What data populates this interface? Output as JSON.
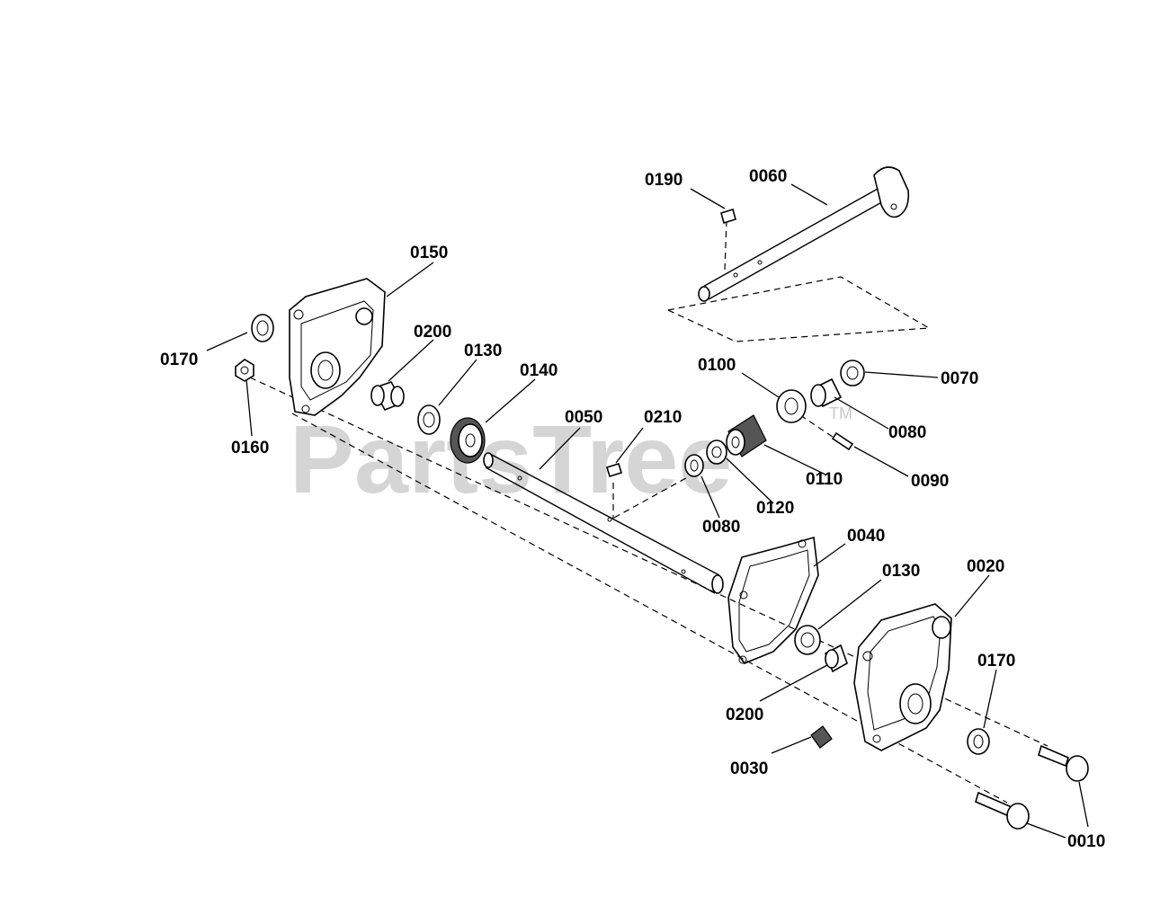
{
  "watermark": {
    "brand": "PartsTree",
    "trademark": "TM"
  },
  "callouts": {
    "p0190": "0190",
    "p0060": "0060",
    "p0150": "0150",
    "p0170a": "0170",
    "p0200a": "0200",
    "p0130a": "0130",
    "p0140": "0140",
    "p0160": "0160",
    "p0050": "0050",
    "p0210": "0210",
    "p0100": "0100",
    "p0070": "0070",
    "p0080a": "0080",
    "p0110": "0110",
    "p0090": "0090",
    "p0120": "0120",
    "p0080b": "0080",
    "p0040": "0040",
    "p0130b": "0130",
    "p0020": "0020",
    "p0170b": "0170",
    "p0200b": "0200",
    "p0030": "0030",
    "p0010": "0010"
  }
}
